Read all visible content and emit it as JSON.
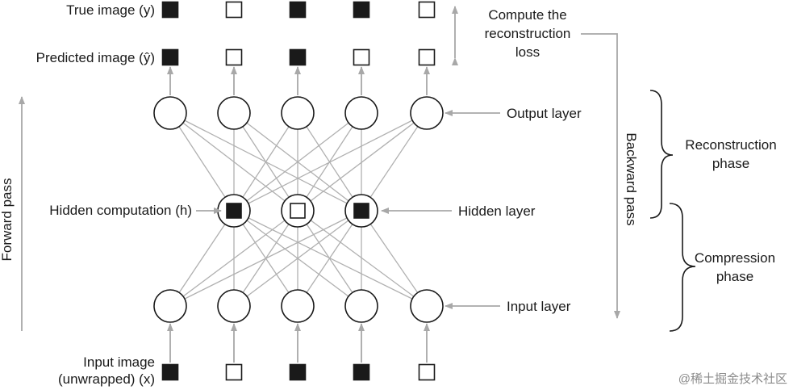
{
  "labels": {
    "true_image": "True image (y)",
    "predicted_image": "Predicted image (ŷ)",
    "compute_loss_line1": "Compute the",
    "compute_loss_line2": "reconstruction",
    "compute_loss_line3": "loss",
    "output_layer": "Output layer",
    "hidden_computation": "Hidden computation (h)",
    "hidden_layer": "Hidden layer",
    "input_layer": "Input layer",
    "input_image_line1": "Input image",
    "input_image_line2": "(unwrapped) (x)",
    "forward_pass": "Forward pass",
    "backward_pass": "Backward pass",
    "reconstruction_phase_line1": "Reconstruction",
    "reconstruction_phase_line2": "phase",
    "compression_phase_line1": "Compression",
    "compression_phase_line2": "phase",
    "watermark": "@稀土掘金技术社区"
  },
  "pixels": {
    "true_image": [
      true,
      false,
      true,
      true,
      false
    ],
    "predicted_image": [
      true,
      false,
      true,
      false,
      false
    ],
    "hidden_units": [
      true,
      false,
      true
    ],
    "input_image": [
      true,
      false,
      true,
      true,
      false
    ]
  },
  "colors": {
    "filled": "#1a1a1a",
    "empty": "#ffffff",
    "arrow": "#a8a8a8",
    "connection": "#b0b0b0"
  }
}
